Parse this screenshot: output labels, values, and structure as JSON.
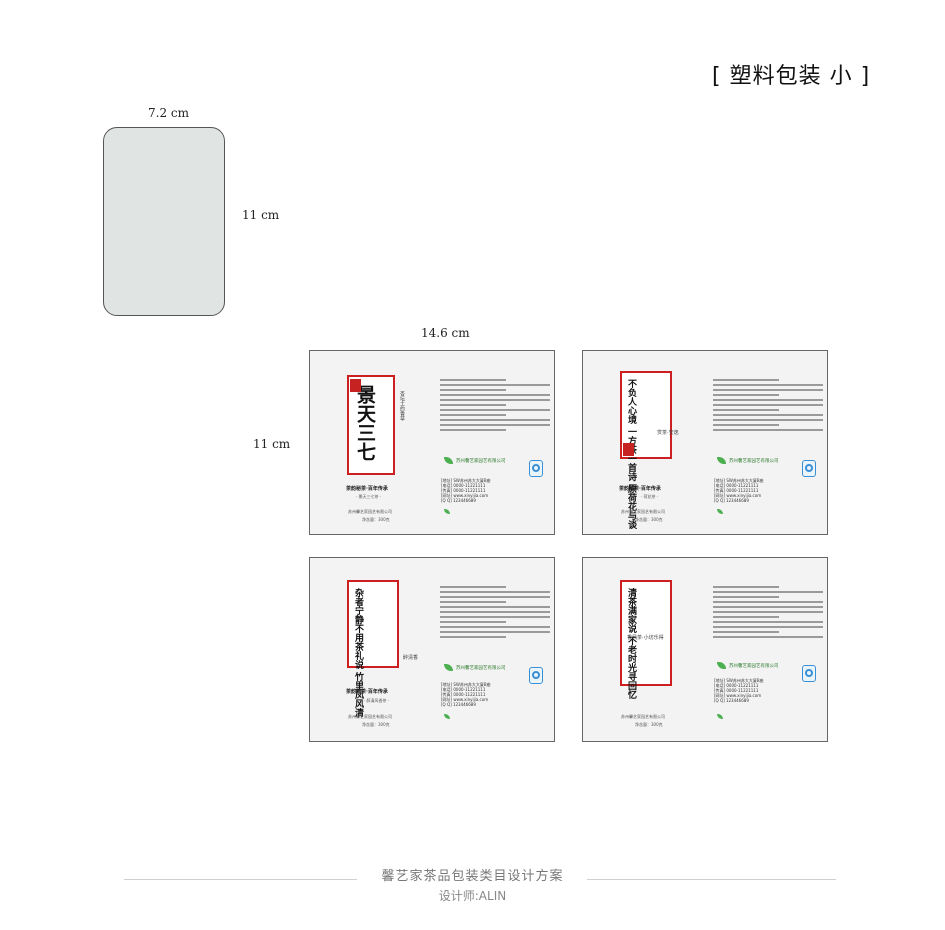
{
  "title": "[ 塑料包装 小 ]",
  "swatch": {
    "width_label": "7.2 cm",
    "height_label": "11 cm",
    "fill_color": "#e0e4e3"
  },
  "labels_group": {
    "width_label": "14.6 cm",
    "height_label": "11 cm"
  },
  "labels": [
    {
      "brush_text": "景天三七",
      "sub_text": "杏坛土的香草",
      "line1": "茶韵秘茶·百年传承",
      "line2": "· 景天三七茶 ·",
      "maker": "苏州馨艺家园艺有限公司",
      "net": "净含量：300克"
    },
    {
      "brush_text": "不负人心境 一方茶一首诗 原荷花与谈",
      "sub_text": "赏茶·安逸",
      "line1": "茶韵秘茶·百年传承",
      "line2": "· 荷花茶 ·",
      "maker": "苏州馨艺家园艺有限公司",
      "net": "净含量：300克"
    },
    {
      "brush_text": "杂者宁静不用茶礼说 竹里凤风清",
      "sub_text": "醉清香",
      "line1": "茶韵秘茶·百年传承",
      "line2": "· 醉清风香茶 ·",
      "maker": "苏州馨艺家园艺有限公司",
      "net": "净含量：300克"
    },
    {
      "brush_text": "清茶满家说 不老时光寻回忆",
      "sub_text": "香风茶·小坊乐得",
      "line1": "",
      "line2": "",
      "maker": "苏州馨艺家园艺有限公司",
      "net": "净含量：300克"
    }
  ],
  "company_name": "苏州馨艺家园艺有限公司",
  "contact_lines": [
    "[地址] SW苏州苏大大厦B座",
    "[电话] 0000-11221111",
    "[传真] 0000-11221111",
    "[网址] www.xinyijia.com",
    "[Q Q] 123446689"
  ],
  "footer": {
    "project": "馨艺家茶品包装类目设计方案",
    "designer": "设计师:ALIN"
  },
  "colors": {
    "accent_red": "#cc1f1f",
    "brand_green": "#2e7d2e",
    "qs_blue": "#3b8fd4"
  }
}
